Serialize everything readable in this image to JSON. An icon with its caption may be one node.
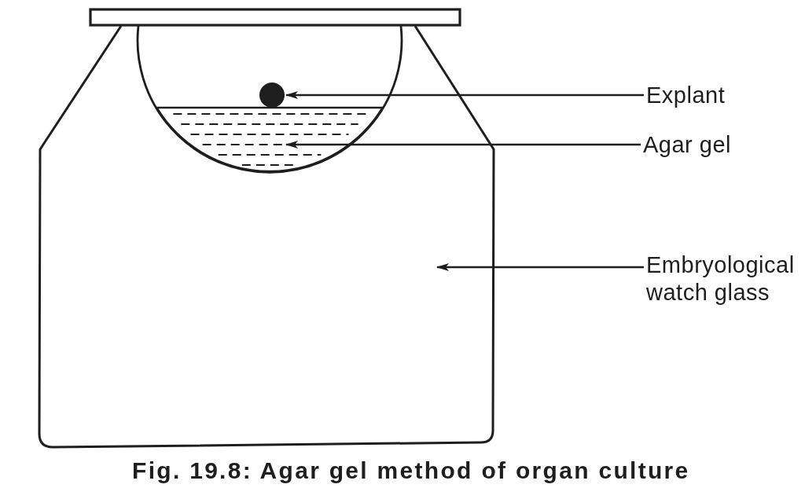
{
  "diagram": {
    "caption": "Fig. 19.8: Agar gel method of organ culture",
    "nodes": [
      {
        "text": [],
        "shape": "picture"
      },
      {
        "text": [],
        "shape": "circle",
        "in": 0
      },
      {
        "text": [
          "Explant"
        ]
      },
      {
        "text": [],
        "shape": "picture",
        "in": 0
      },
      {
        "text": [
          "Agar gel"
        ]
      },
      {
        "text": [
          "Embryological watch glass"
        ]
      }
    ],
    "edges": [
      {
        "from": 2,
        "to": 1,
        "arrow": "to"
      },
      {
        "from": 4,
        "to": 3,
        "arrow": "to"
      },
      {
        "from": 5,
        "to": 0,
        "arrow": "to"
      }
    ]
  }
}
